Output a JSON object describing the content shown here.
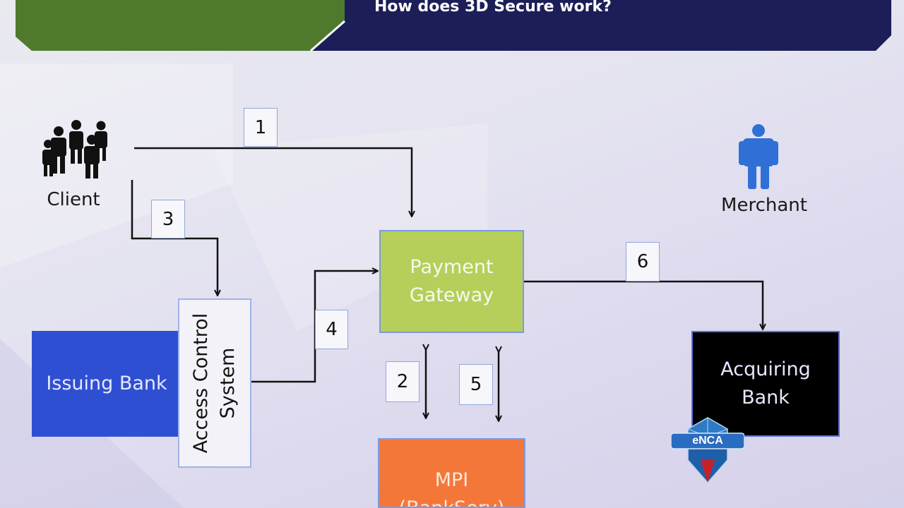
{
  "header": {
    "title": "How does 3D Secure work?"
  },
  "actors": {
    "client": "Client",
    "merchant": "Merchant"
  },
  "boxes": {
    "payment_gateway": "Payment\nGateway",
    "issuing_bank": "Issuing Bank",
    "access_control": "Access Control\nSystem",
    "acquiring_bank": "Acquiring\nBank",
    "mpi": "MPI\n(BankServ)"
  },
  "steps": [
    "1",
    "2",
    "3",
    "4",
    "5",
    "6"
  ],
  "watermark": {
    "text": "eNCA"
  },
  "colors": {
    "header_green": "#4f7a2d",
    "header_navy": "#1c1e58",
    "gateway": "#b5cf5a",
    "issuing": "#2f4fd2",
    "acquiring": "#000000",
    "mpi": "#f4773a",
    "merchant_icon": "#2f6fd6"
  }
}
